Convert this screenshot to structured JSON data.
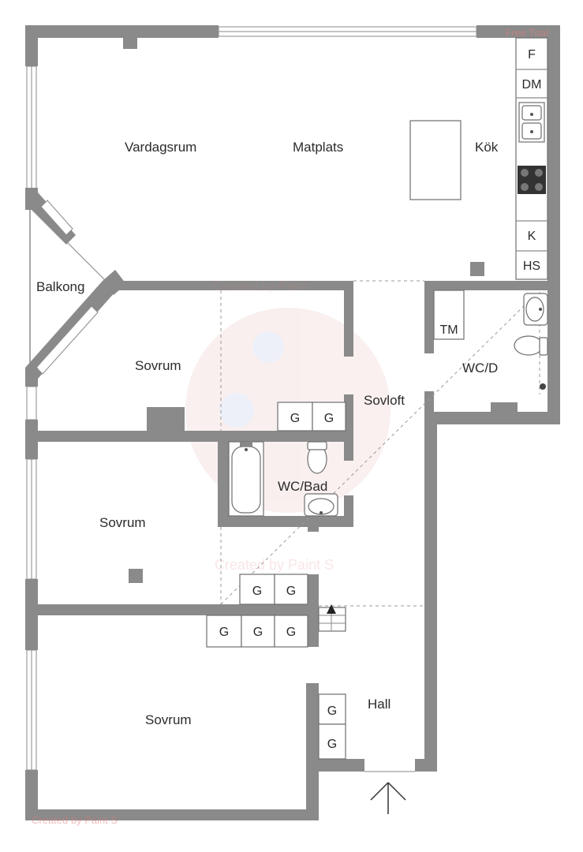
{
  "rooms": {
    "vardagsrum": "Vardagsrum",
    "matplats": "Matplats",
    "kok": "Kök",
    "balkong": "Balkong",
    "sovrum_1": "Sovrum",
    "sovloft": "Sovloft",
    "wc_d": "WC/D",
    "wc_bad": "WC/Bad",
    "sovrum_2": "Sovrum",
    "sovrum_3": "Sovrum",
    "hall": "Hall"
  },
  "kitchen_units": {
    "f": "F",
    "dm": "DM",
    "k": "K",
    "hs": "HS"
  },
  "appliances": {
    "tm": "TM"
  },
  "wardrobe_label": "G",
  "watermarks": {
    "top_right": "Free Trial",
    "center_top": "Created by Paint",
    "center": "Created by Paint S",
    "bottom_left": "Created by Paint S"
  }
}
